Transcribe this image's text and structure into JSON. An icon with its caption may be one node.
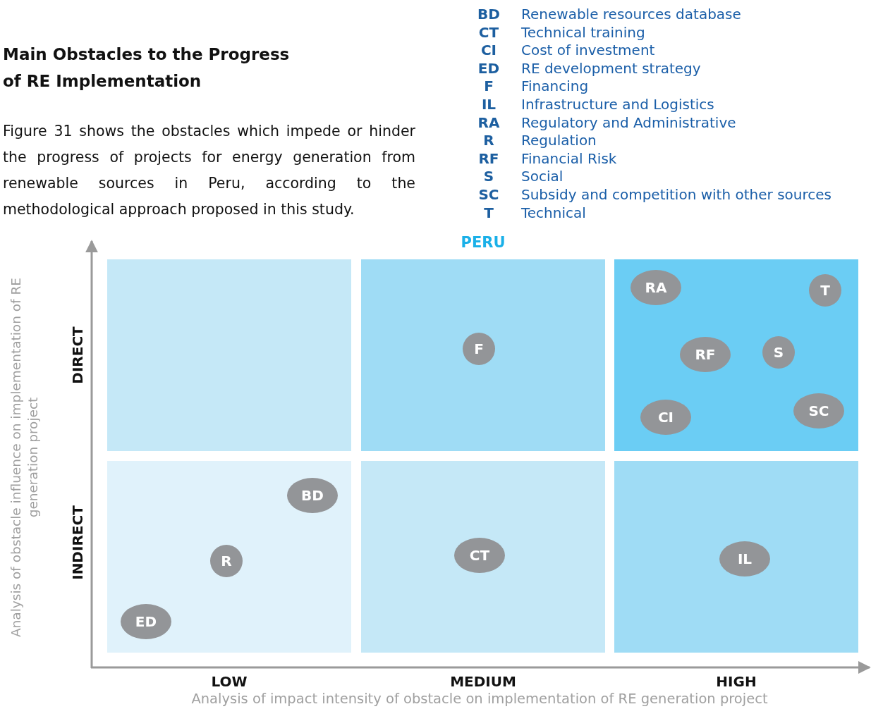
{
  "diagram": {
    "title": "Main Obstacles to the Progress of RE Implementation",
    "nodes": [
      {
        "text": [],
        "shape": "box"
      },
      {
        "text": [],
        "shape": "box"
      },
      {
        "text": [],
        "shape": "box"
      },
      {
        "text": [],
        "shape": "box"
      },
      {
        "text": [],
        "shape": "box"
      },
      {
        "text": [],
        "shape": "box"
      },
      {
        "text": [
          "F"
        ],
        "in": 1
      },
      {
        "text": [
          "RA"
        ],
        "in": 2
      },
      {
        "text": [
          "T"
        ],
        "in": 2
      },
      {
        "text": [
          "RF"
        ],
        "in": 2
      },
      {
        "text": [
          "S"
        ],
        "in": 2
      },
      {
        "text": [
          "CI"
        ],
        "in": 2
      },
      {
        "text": [
          "SC"
        ],
        "in": 2
      },
      {
        "text": [
          "BD"
        ],
        "in": 3
      },
      {
        "text": [
          "R"
        ],
        "in": 3
      },
      {
        "text": [
          "ED"
        ],
        "in": 3
      },
      {
        "text": [
          "CT"
        ],
        "in": 4
      },
      {
        "text": [
          "IL"
        ],
        "in": 5
      }
    ],
    "labels": [
      "Figure 31 shows the obstacles which impede or hinder the progress of projects for energy generation from renewable sources in Peru, according to the methodological approach proposed in this study.",
      "BD",
      "Renewable resources database",
      "CT",
      "Technical training",
      "CI",
      "Cost of investment",
      "ED",
      "RE development strategy",
      "F",
      "Financing",
      "IL",
      "Infrastructure and Logistics",
      "RA",
      "Regulatory and Administrative",
      "R",
      "Regulation",
      "RF",
      "Financial Risk",
      "S",
      "Social",
      "SC",
      "Subsidy and competition with other sources",
      "T",
      "Technical",
      "PERU",
      "Analysis of obstacle influence on implementation of RE generation project",
      "DIRECT",
      "INDIRECT",
      "LOW",
      "MEDIUM",
      "HIGH",
      "Analysis of impact intensity of obstacle on implementation of RE generation project"
    ]
  }
}
